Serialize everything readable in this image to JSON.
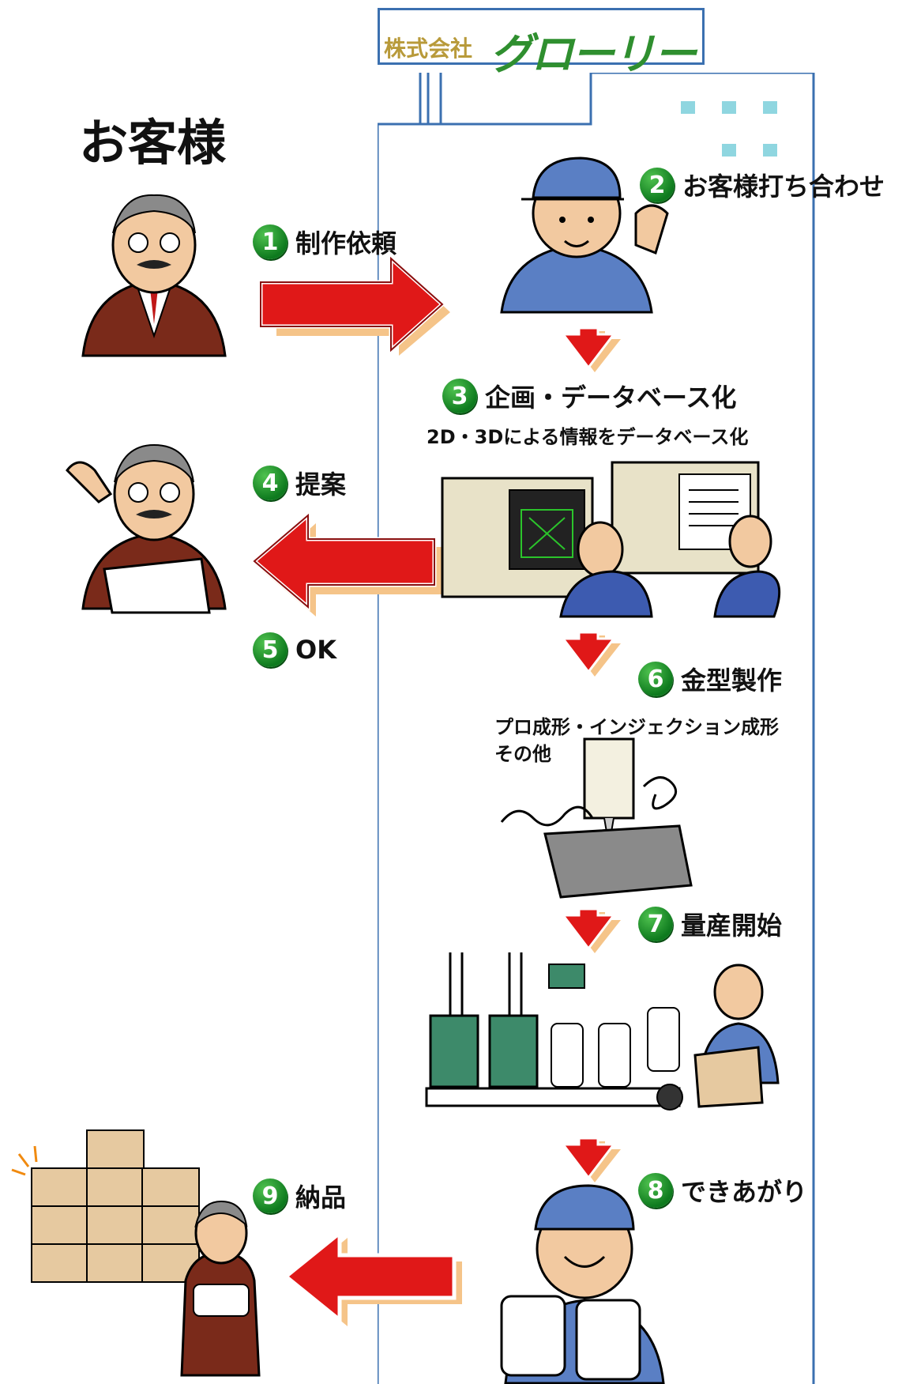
{
  "company": {
    "prefix": "株式会社",
    "name": "グローリー"
  },
  "customer_label": "お客様",
  "steps": [
    {
      "num": "1",
      "label": "制作依頼"
    },
    {
      "num": "2",
      "label": "お客様打ち合わせ"
    },
    {
      "num": "3",
      "label": "企画・データベース化",
      "sub": "2D・3Dによる情報をデータベース化"
    },
    {
      "num": "4",
      "label": "提案"
    },
    {
      "num": "5",
      "label": "OK"
    },
    {
      "num": "6",
      "label": "金型製作",
      "sub1": "プロ成形・インジェクション成形",
      "sub2": "その他"
    },
    {
      "num": "7",
      "label": "量産開始"
    },
    {
      "num": "8",
      "label": "できあがり"
    },
    {
      "num": "9",
      "label": "納品"
    }
  ],
  "colors": {
    "arrow_red": "#e01818",
    "arrow_shadow": "#f5c489",
    "badge_green": "#0e7a1e",
    "building_blue": "#3b70b0",
    "window_teal": "#8fd6e0"
  }
}
